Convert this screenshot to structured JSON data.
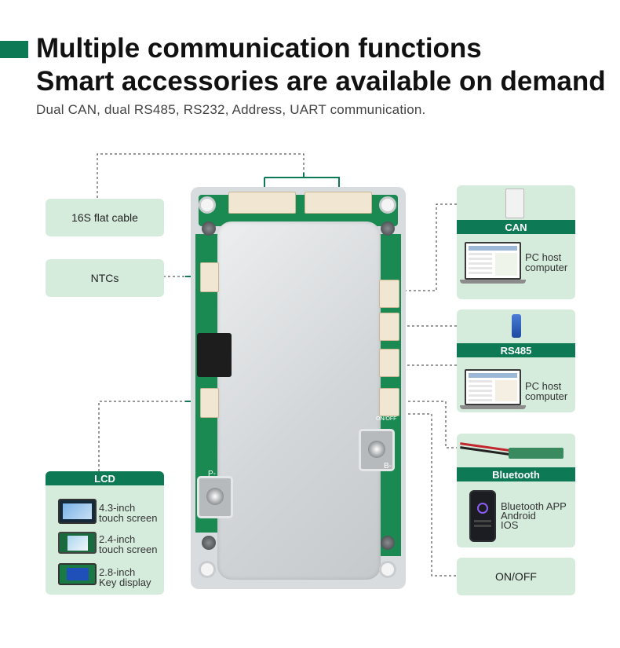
{
  "header": {
    "title_line1": "Multiple communication functions",
    "title_line2": "Smart accessories are available on demand",
    "subtitle": "Dual CAN, dual RS485, RS232, Address, UART communication.",
    "accent_color": "#0e7a55",
    "card_color": "#d5ecdc"
  },
  "left": {
    "flat_cable": "16S flat cable",
    "ntcs": "NTCs",
    "lcd": {
      "title": "LCD",
      "items": [
        {
          "line1": "4.3-inch",
          "line2": "touch screen"
        },
        {
          "line1": "2.4-inch",
          "line2": "touch screen"
        },
        {
          "line1": "2.8-inch",
          "line2": "Key display"
        }
      ]
    }
  },
  "right": {
    "can": {
      "title": "CAN",
      "line1": "PC host",
      "line2": "computer"
    },
    "rs485": {
      "title": "RS485",
      "line1": "PC host",
      "line2": "computer"
    },
    "bluetooth": {
      "title": "Bluetooth",
      "line1": "Bluetooth APP",
      "line2": "Android",
      "line3": "IOS"
    },
    "onoff": "ON/OFF"
  },
  "board": {
    "onoff_label": "ON/OFF",
    "p_minus": "P-",
    "b_minus": "B-"
  }
}
